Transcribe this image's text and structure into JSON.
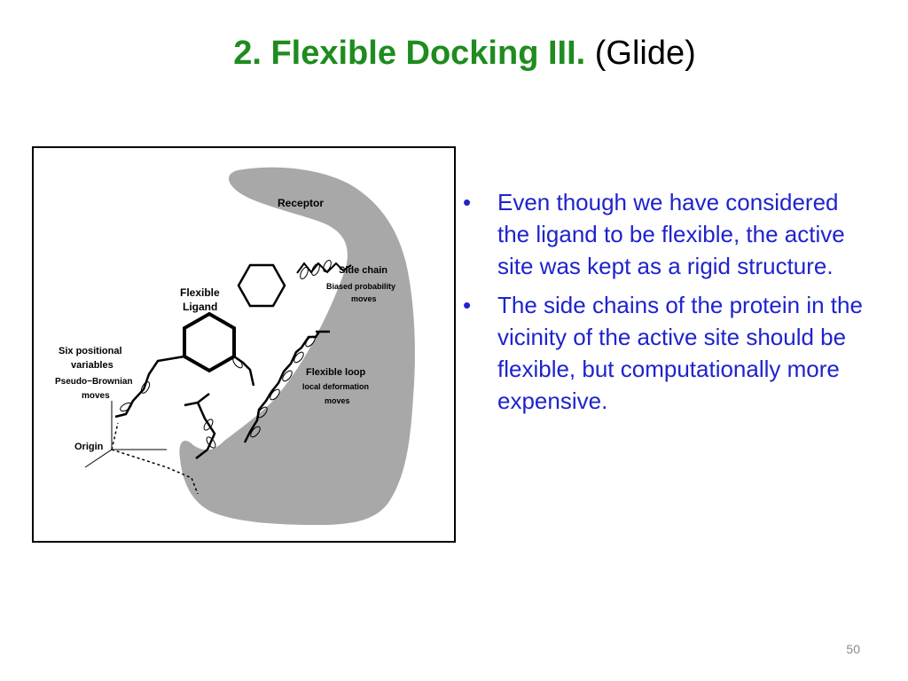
{
  "slide": {
    "title_main": "2. Flexible Docking III.",
    "title_sub": "(Glide)",
    "page_number": "50"
  },
  "figure": {
    "receptor": "Receptor",
    "side_chain": "Side chain",
    "side_chain_desc1": "Biased probability",
    "side_chain_desc2": "moves",
    "flexible_ligand1": "Flexible",
    "flexible_ligand2": "Ligand",
    "six_positional1": "Six positional",
    "six_positional2": "variables",
    "pseudo_brownian1": "Pseudo−Brownian",
    "pseudo_brownian2": "moves",
    "flexible_loop": "Flexible loop",
    "local_deformation1": "local deformation",
    "local_deformation2": "moves",
    "origin": "Origin"
  },
  "bullets": [
    {
      "text": "Even though we have considered the ligand to be flexible, the active site was kept as a rigid structure."
    },
    {
      "text": "The side chains of the protein in the vicinity of the active site should be flexible, but computationally more expensive."
    }
  ],
  "colors": {
    "title_green": "#1e8c1e",
    "bullet_blue": "#1f23cc",
    "receptor_gray": "#a8a8a8"
  }
}
